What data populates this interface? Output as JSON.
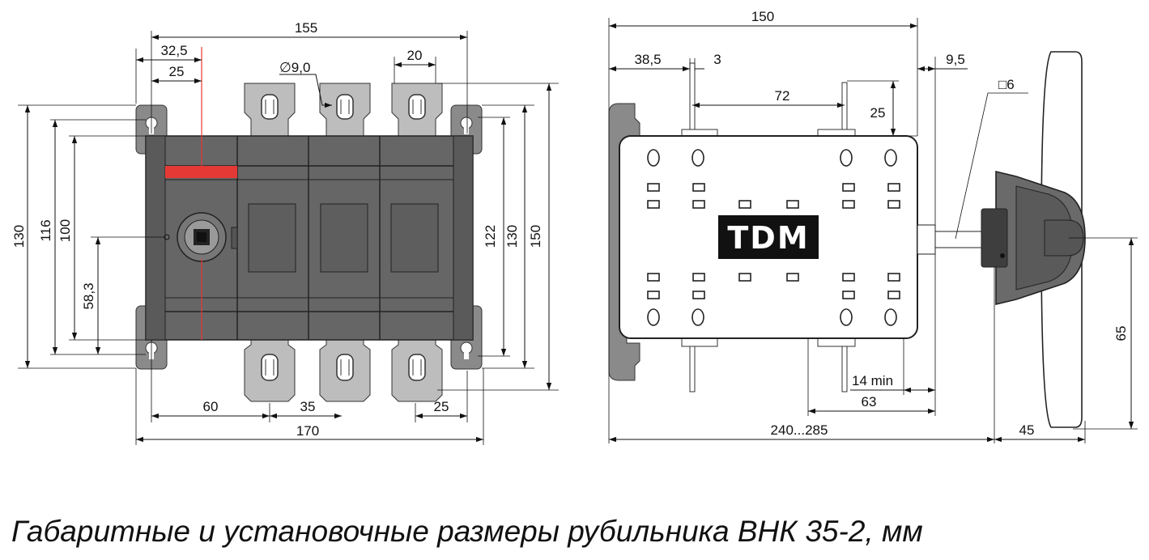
{
  "front_view": {
    "width_dims": {
      "total_outer": "155",
      "total_base": "170",
      "handle_offset_outer": "32,5",
      "handle_offset_inner": "25",
      "terminal_width": "20",
      "hole_diameter": "∅9,0",
      "bottom_left": "60",
      "bottom_pitch": "35",
      "bottom_right": "25"
    },
    "height_dims": {
      "left_130": "130",
      "left_116": "116",
      "left_100": "100",
      "handle_center": "58,3",
      "right_122": "122",
      "right_130": "130",
      "right_150": "150"
    }
  },
  "side_view": {
    "brand": "TDM",
    "dims": {
      "total_depth": "150",
      "front_offset": "38,5",
      "small_gap": "3",
      "shaft_offset": "9,5",
      "contact_spacing": "72",
      "terminal_height": "25",
      "shaft_square": "□6",
      "min_clearance": "14 min",
      "rear_depth": "63",
      "shaft_length_range": "240...285",
      "handle_depth": "45",
      "handle_height": "65"
    }
  },
  "caption": "Габаритные и установочные размеры рубильника ВНК 35-2, мм"
}
